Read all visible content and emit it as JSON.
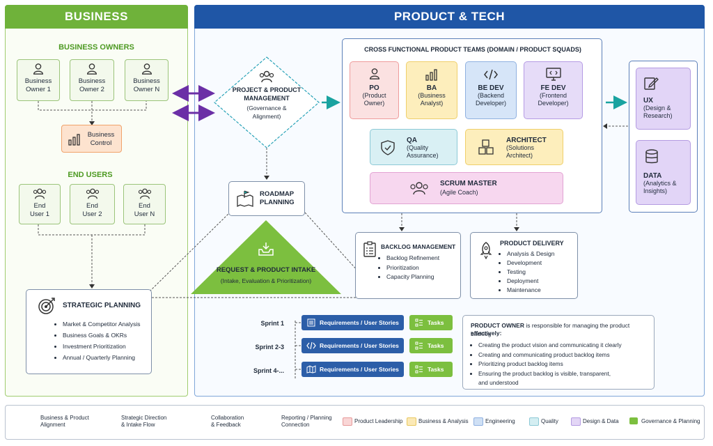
{
  "business": {
    "header": "BUSINESS",
    "owners_title": "BUSINESS OWNERS",
    "owners": [
      {
        "line1": "Business",
        "line2": "Owner 1"
      },
      {
        "line1": "Business",
        "line2": "Owner 2"
      },
      {
        "line1": "Business",
        "line2": "Owner N"
      }
    ],
    "control": {
      "line1": "Business",
      "line2": "Control"
    },
    "users_title": "END USERS",
    "users": [
      {
        "line1": "End",
        "line2": "User 1"
      },
      {
        "line1": "End",
        "line2": "User 2"
      },
      {
        "line1": "End",
        "line2": "User N"
      }
    ],
    "strategic": {
      "title": "STRATEGIC PLANNING",
      "items": [
        "Market & Competitor Analysis",
        "Business Goals & OKRs",
        "Investment Prioritization",
        "Annual / Quarterly Planning"
      ]
    }
  },
  "product": {
    "header": "PRODUCT & TECH",
    "ppm": {
      "title1": "PROJECT & PRODUCT",
      "title2": "MANAGEMENT",
      "sub1": "(Governance &",
      "sub2": "Alignment)"
    },
    "roadmap": {
      "line1": "ROADMAP",
      "line2": "PLANNING"
    },
    "intake": {
      "title": "REQUEST & PRODUCT INTAKE",
      "sub": "(Intake, Evaluation & Prioritization)"
    },
    "cft_title": "CROSS FUNCTIONAL PRODUCT TEAMS (DOMAIN / PRODUCT SQUADS)",
    "teams": {
      "po": {
        "title": "PO",
        "sub1": "(Product",
        "sub2": "Owner)"
      },
      "ba": {
        "title": "BA",
        "sub1": "(Business",
        "sub2": "Analyst)"
      },
      "be": {
        "title": "BE DEV",
        "sub1": "(Backend",
        "sub2": "Developer)"
      },
      "fe": {
        "title": "FE DEV",
        "sub1": "(Frontend",
        "sub2": "Developer)"
      },
      "qa": {
        "title": "QA",
        "sub1": "(Quality",
        "sub2": "Assurance)"
      },
      "arch": {
        "title": "ARCHITECT",
        "sub1": "(Solutions",
        "sub2": "Architect)"
      },
      "scrum": {
        "title": "SCRUM MASTER",
        "sub1": "(Agile Coach)"
      }
    },
    "ux": {
      "title": "UX",
      "sub1": "(Design &",
      "sub2": "Research)"
    },
    "data": {
      "title": "DATA",
      "sub1": "(Analytics &",
      "sub2": "Insights)"
    },
    "backlog": {
      "title": "BACKLOG MANAGEMENT",
      "items": [
        "Backlog Refinement",
        "Prioritization",
        "Capacity Planning"
      ]
    },
    "delivery": {
      "title": "PRODUCT DELIVERY",
      "items": [
        "Analysis & Design",
        "Development",
        "Testing",
        "Deployment",
        "Maintenance"
      ]
    },
    "sprints": [
      {
        "label": "Sprint 1",
        "req": "Requirements / User Stories",
        "task": "Tasks"
      },
      {
        "label": "Sprint 2-3",
        "req": "Requirements / User Stories",
        "task": "Tasks"
      },
      {
        "label": "Sprint 4-...",
        "req": "Requirements / User Stories",
        "task": "Tasks"
      }
    ],
    "po_note": {
      "bold": "PRODUCT OWNER",
      "rest1": " is responsible for managing the product backlog",
      "rest2": "effectively:",
      "items": [
        "Creating the product vision and communicating it clearly",
        "Creating and communicating product backlog items",
        "Prioritizing product backlog items",
        "Ensuring the product backlog is visible, transparent,"
      ],
      "item4_cont": "and understood"
    }
  },
  "legend": {
    "items": [
      {
        "line1": "Business & Product",
        "line2": "Alignment"
      },
      {
        "line1": "Strategic Direction",
        "line2": "& Intake Flow"
      },
      {
        "line1": "Collaboration",
        "line2": "& Feedback"
      },
      {
        "line1": "Reporting / Planning",
        "line2": "Connection"
      }
    ],
    "colors": [
      {
        "label": "Product Leadership",
        "color": "#f9d6d6"
      },
      {
        "label": "Business & Analysis",
        "color": "#fbe9b6"
      },
      {
        "label": "Engineering",
        "color": "#cfe0f5"
      },
      {
        "label": "Quality",
        "color": "#d4eef2"
      },
      {
        "label": "Design & Data",
        "color": "#e3d6f6"
      },
      {
        "label": "Governance & Planning",
        "color": "#7cbf3f"
      }
    ]
  },
  "colors": {
    "business": "#6fb23a",
    "product": "#1f56a6",
    "teal": "#1aa3a0",
    "purple": "#6b2fa6"
  }
}
